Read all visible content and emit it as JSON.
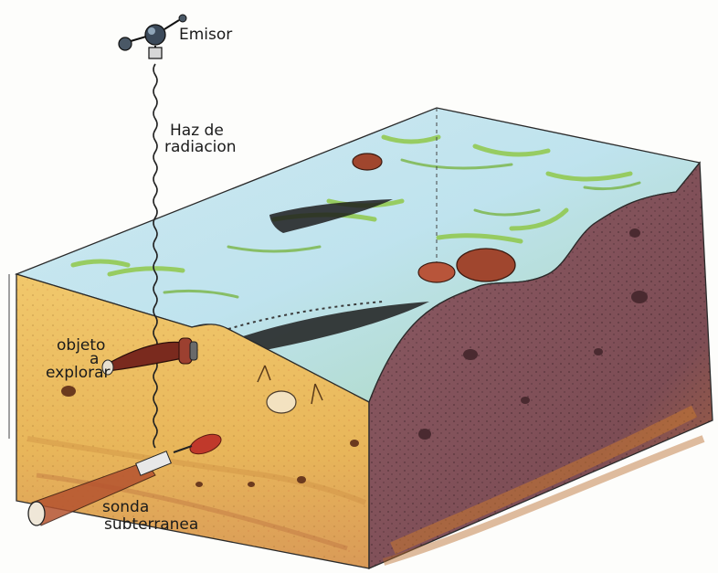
{
  "labels": {
    "emitter": "Emisor",
    "beam_line1": "Haz de",
    "beam_line2": "radiacion",
    "object_line1": "objeto",
    "object_line2": "a",
    "object_line3": "explorar",
    "probe_line1": "sonda",
    "probe_line2": "subterranea"
  },
  "colors": {
    "grass_green": "#8cc63f",
    "sky_blue": "#bfe3ee",
    "soil_yellow": "#e8b65a",
    "soil_purple": "#7d4d55",
    "rock_brown": "#a0462e",
    "ink": "#1b1b1b"
  },
  "icons": [
    "emitter-satellite-icon",
    "buried-object-icon",
    "probe-icon",
    "rock-icon"
  ]
}
